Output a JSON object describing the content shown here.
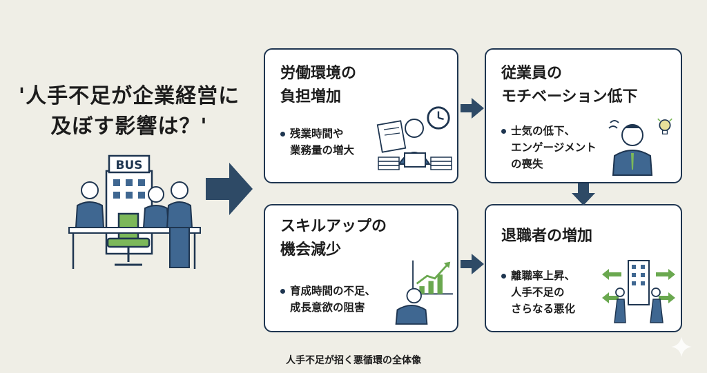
{
  "title": "'人手不足が企業経営に\n及ぼす影響は？'",
  "building_sign": "BUS",
  "cards": {
    "labor_burden": {
      "title": "労働環境の\n負担増加",
      "bullet": "残業時間や\n業務量の増大"
    },
    "motivation": {
      "title": "従業員の\nモチベーション低下",
      "bullet": "士気の低下、\nエンゲージメント\nの喪失"
    },
    "skill_up": {
      "title": "スキルアップの\n機会減少",
      "bullet": "育成時間の不足、\n成長意欲の阻害"
    },
    "resignation": {
      "title": "退職者の増加",
      "bullet": "離職率上昇、\n人手不足の\nさらなる悪化"
    }
  },
  "caption": "人手不足が招く悪循環の全体像",
  "colors": {
    "background": "#efeee6",
    "navy": "#1e3550",
    "arrow": "#2e4a66",
    "accent_green": "#6aa84f",
    "suit": "#3f6791"
  },
  "icons": [
    "office-building-icon",
    "empty-chair-icon",
    "business-people-icon",
    "overworked-person-icon",
    "clock-icon",
    "worried-employee-icon",
    "lightbulb-icon",
    "growth-chart-icon",
    "leaving-employees-icon",
    "sparkle-icon"
  ]
}
